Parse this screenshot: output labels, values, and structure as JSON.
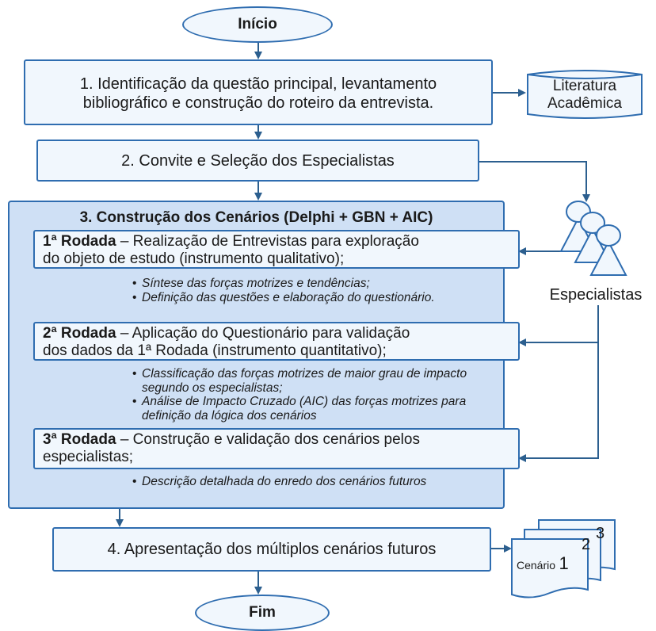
{
  "start_label": "Início",
  "end_label": "Fim",
  "step1": {
    "text_line1": "1. Identificação da questão principal, levantamento",
    "text_line2": "bibliográfico e construção do roteiro da entrevista."
  },
  "literature": {
    "line1": "Literatura",
    "line2": "Acadêmica"
  },
  "step2": {
    "text": "2. Convite e Seleção dos Especialistas"
  },
  "step3": {
    "title": "3. Construção dos Cenários (Delphi + GBN + AIC)",
    "round1": {
      "bold": "1ª Rodada",
      "line1": " – Realização de Entrevistas para exploração",
      "line2": "do objeto de estudo (instrumento qualitativo);"
    },
    "notes1": [
      "Síntese das forças motrizes e tendências;",
      "Definição das questões e elaboração do questionário."
    ],
    "round2": {
      "bold": "2ª Rodada",
      "line1": " – Aplicação do Questionário para validação",
      "line2": "dos dados da 1ª Rodada (instrumento quantitativo);"
    },
    "notes2": [
      "Classificação das forças motrizes de maior grau de impacto segundo os especialistas;",
      "Análise de Impacto Cruzado (AIC) das forças motrizes para definição da lógica dos cenários"
    ],
    "round3": {
      "bold": "3ª Rodada",
      "line1": " – Construção e validação dos cenários pelos",
      "line2": "especialistas;"
    },
    "notes3": [
      "Descrição detalhada do enredo dos cenários futuros"
    ]
  },
  "experts_label": "Especialistas",
  "step4": {
    "text": "4. Apresentação dos múltiplos cenários futuros"
  },
  "scenarios": {
    "label": "Cenário",
    "num1": "1",
    "num2": "2",
    "num3": "3"
  },
  "colors": {
    "border": "#2f6db0",
    "fill": "#f1f7fd",
    "stage_fill": "#cfe0f5",
    "arrow": "#2c5f8f"
  }
}
